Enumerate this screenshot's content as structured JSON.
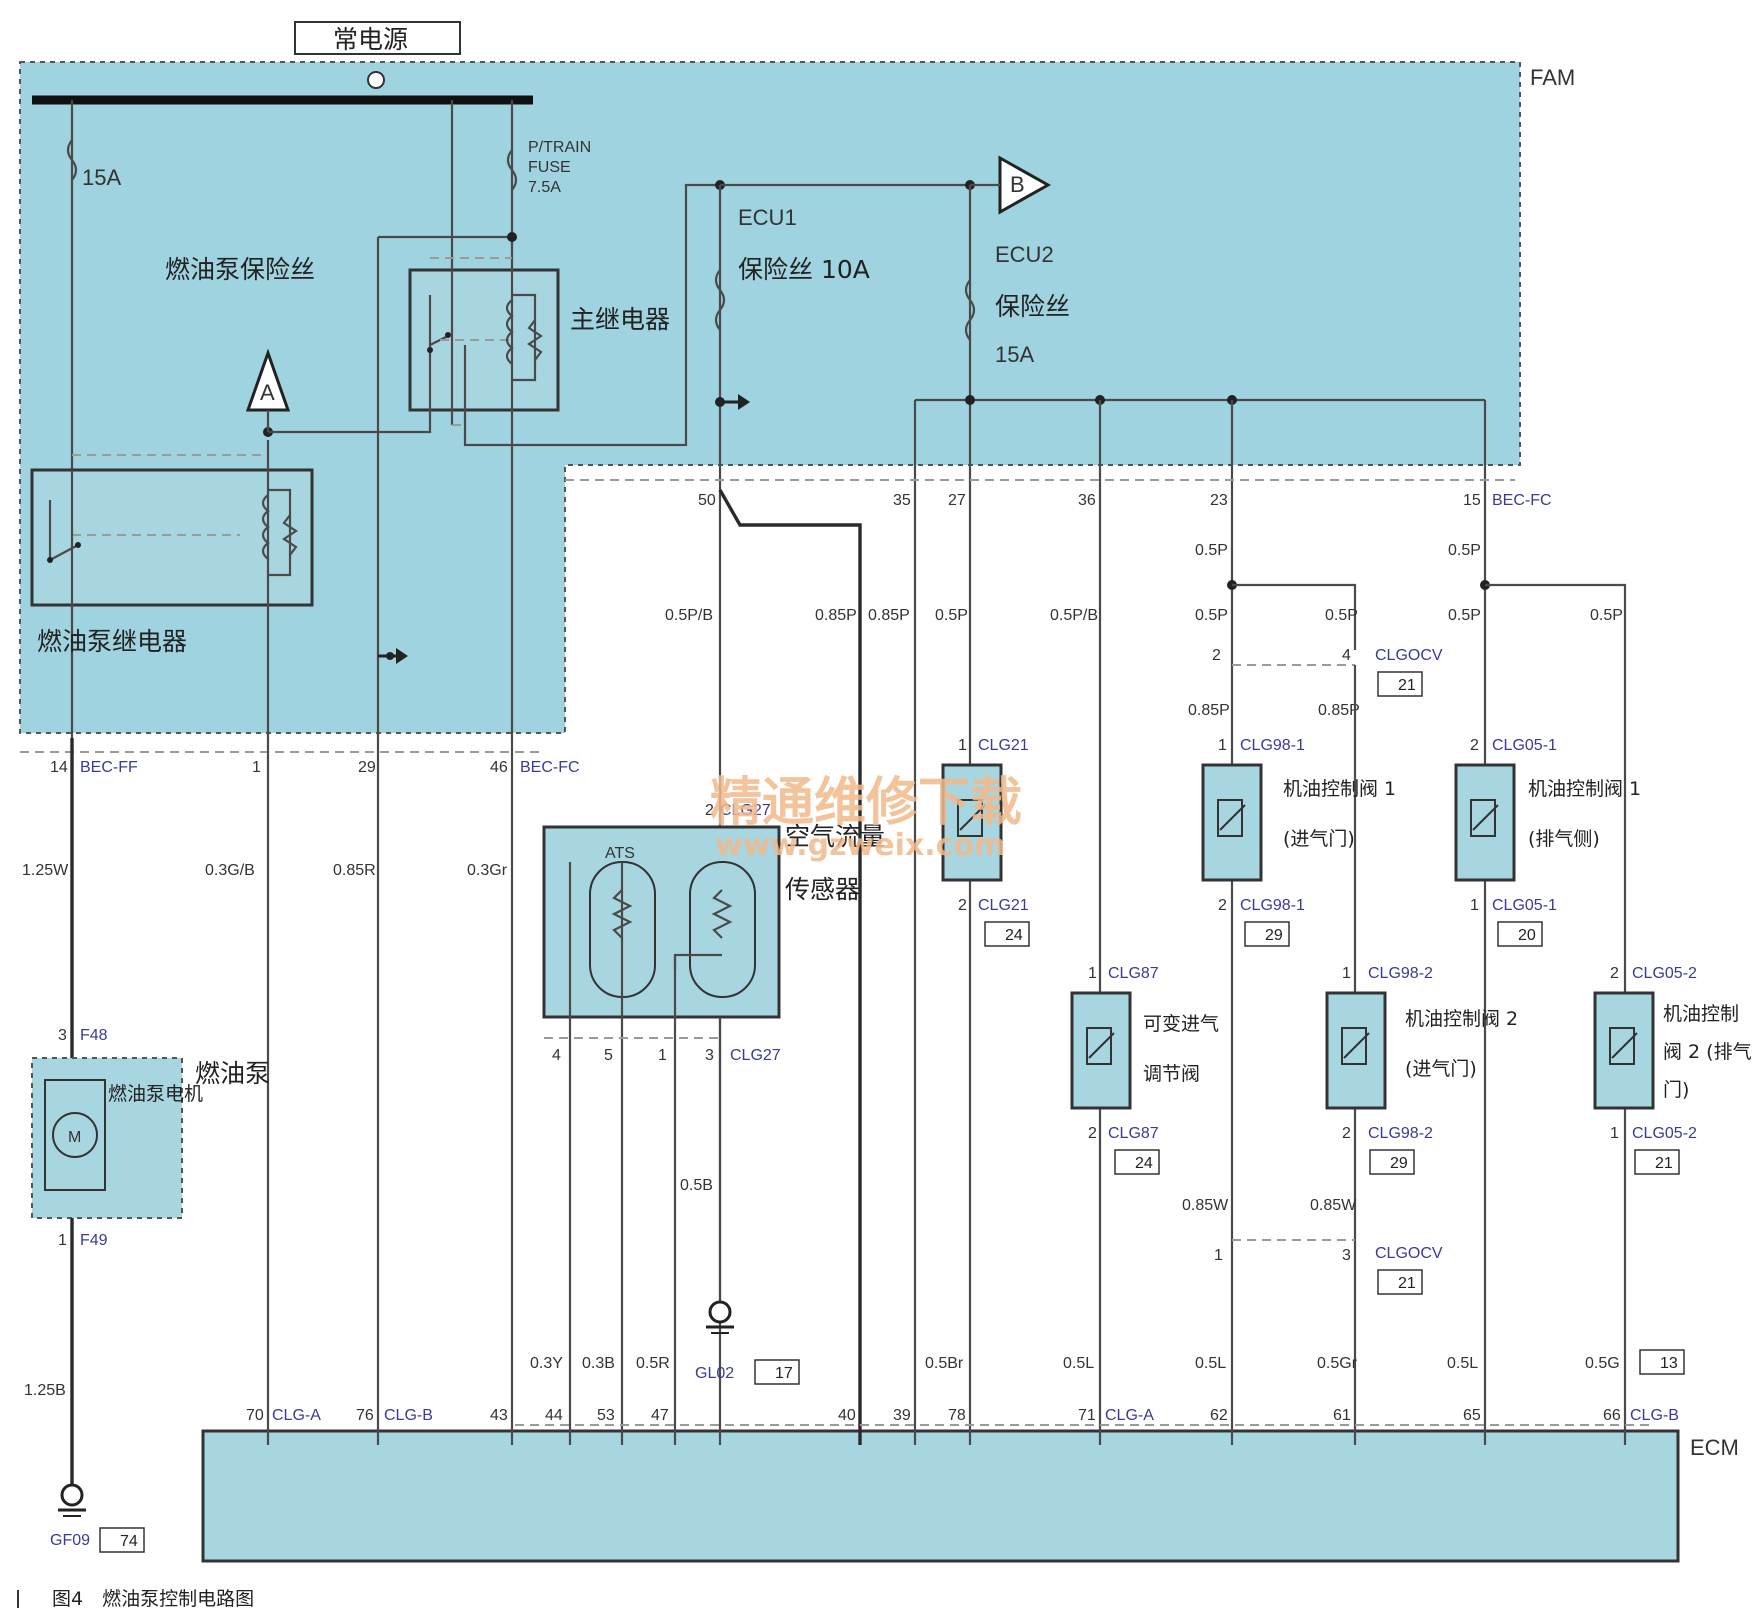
{
  "title": "常电源",
  "zone_label": "FAM",
  "ecm_label": "ECM",
  "fuses": {
    "fuel_pump_fuse": {
      "rating": "15A",
      "name": "燃油泵保险丝"
    },
    "ptrain_fuse": {
      "line1": "P/TRAIN",
      "line2": "FUSE",
      "line3": "7.5A"
    },
    "ecu1": {
      "name": "ECU1",
      "label": "保险丝 10A"
    },
    "ecu2": {
      "name": "ECU2",
      "label": "保险丝",
      "rating": "15A"
    }
  },
  "relays": {
    "main_relay": "主继电器",
    "fuel_pump_relay": "燃油泵继电器"
  },
  "markers": {
    "a": "A",
    "b": "B"
  },
  "top_connector": {
    "pins": [
      "50",
      "35",
      "27",
      "36",
      "23",
      "15"
    ],
    "name": "BEC-FC"
  },
  "mid_connectors": {
    "bec_ff": {
      "pin": "14",
      "name": "BEC-FF"
    },
    "pin1": "1",
    "pin29": "29",
    "bec_fc": {
      "pin": "46",
      "name": "BEC-FC"
    }
  },
  "wires": {
    "w_125w": "1.25W",
    "w_03gb": "0.3G/B",
    "w_085r": "0.85R",
    "w_03gr": "0.3Gr",
    "w_05pb": "0.5P/B",
    "w_085p_a": "0.85P",
    "w_085p_b": "0.85P",
    "w_05p_27": "0.5P",
    "w_05pb_36": "0.5P/B",
    "w_05p_23": "0.5P",
    "w_05p_15": "0.5P",
    "w_05p_l1": "0.5P",
    "w_05p_l2": "0.5P",
    "w_05p_l3": "0.5P",
    "w_05p_l4": "0.5P",
    "w_085p_c": "0.85P",
    "w_085p_d": "0.85P",
    "w_05b": "0.5B",
    "w_125b": "1.25B",
    "w_085w_a": "0.85W",
    "w_085w_b": "0.85W",
    "w_03y": "0.3Y",
    "w_03b": "0.3B",
    "w_05r": "0.5R",
    "w_05br": "0.5Br",
    "w_05l_a": "0.5L",
    "w_05l_b": "0.5L",
    "w_05gr": "0.5Gr",
    "w_05l_c": "0.5L",
    "w_05g": "0.5G"
  },
  "fuel_pump": {
    "name": "燃油泵",
    "motor": "燃油泵电机",
    "m": "M",
    "top_pin": "3",
    "top_conn": "F48",
    "bot_pin": "1",
    "bot_conn": "F49"
  },
  "ground_gf09": {
    "name": "GF09",
    "ref": "74"
  },
  "ground_gl02": {
    "name": "GL02",
    "ref": "17"
  },
  "maf": {
    "name_line1": "空气流量",
    "name_line2": "传感器",
    "ats": "ATS",
    "top_pin": "2",
    "top_conn": "CLG27",
    "pins": [
      "4",
      "5",
      "1",
      "3"
    ],
    "bot_conn": "CLG27"
  },
  "clg21": {
    "pin_top": "1",
    "conn": "CLG21",
    "pin_bot": "2",
    "conn_bot": "CLG21",
    "ref": "24"
  },
  "clg87": {
    "pin_top": "1",
    "conn": "CLG87",
    "pin_bot": "2",
    "conn_bot": "CLG87",
    "ref": "24",
    "name_line1": "可变进气",
    "name_line2": "调节阀"
  },
  "clgocv_top": {
    "pin_a": "2",
    "pin_b": "4",
    "conn": "CLGOCV",
    "ref": "21"
  },
  "clgocv_bot": {
    "pin_a": "1",
    "pin_b": "3",
    "conn": "CLGOCV",
    "ref": "21"
  },
  "clg98_1": {
    "pin_top": "1",
    "conn": "CLG98-1",
    "pin_bot": "2",
    "conn_bot": "CLG98-1",
    "ref": "29",
    "name_line1": "机油控制阀 1",
    "name_line2": "(进气门)"
  },
  "clg98_2": {
    "pin_top": "1",
    "conn": "CLG98-2",
    "pin_bot": "2",
    "conn_bot": "CLG98-2",
    "ref": "29",
    "name_line1": "机油控制阀 2",
    "name_line2": "(进气门)"
  },
  "clg05_1": {
    "pin_top": "2",
    "conn": "CLG05-1",
    "pin_bot": "1",
    "conn_bot": "CLG05-1",
    "ref": "20",
    "name_line1": "机油控制阀 1",
    "name_line2": "(排气侧)"
  },
  "clg05_2": {
    "pin_top": "2",
    "conn": "CLG05-2",
    "pin_bot": "1",
    "conn_bot": "CLG05-2",
    "ref": "21",
    "name_line1": "机油控制",
    "name_line2": "阀 2 (排气",
    "name_line3": "门)"
  },
  "ref_13": "13",
  "ecm_pins": {
    "p70": "70",
    "clg_a_1": "CLG-A",
    "p76": "76",
    "clg_b_1": "CLG-B",
    "p43": "43",
    "p44": "44",
    "p53": "53",
    "p47": "47",
    "p40": "40",
    "p39": "39",
    "p78": "78",
    "p71": "71",
    "clg_a_2": "CLG-A",
    "p62": "62",
    "p61": "61",
    "p65": "65",
    "p66": "66",
    "clg_b_2": "CLG-B"
  },
  "watermark": {
    "line1": "精通维修下载",
    "line2": "www.gzweix.com"
  },
  "caption": "图4　燃油泵控制电路图"
}
